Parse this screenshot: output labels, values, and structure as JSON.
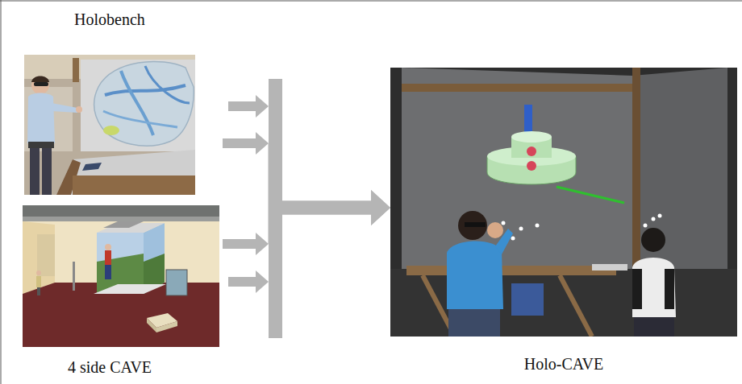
{
  "diagram": {
    "nodes": [
      {
        "text": [
          "Holobench"
        ]
      },
      {
        "text": [
          "4 side CAVE"
        ]
      },
      {
        "text": [
          "Holo-CAVE"
        ]
      }
    ],
    "edges": [
      {
        "from": 0,
        "to": 2,
        "arrow": "to"
      },
      {
        "from": 1,
        "to": 2,
        "arrow": "to"
      }
    ]
  }
}
